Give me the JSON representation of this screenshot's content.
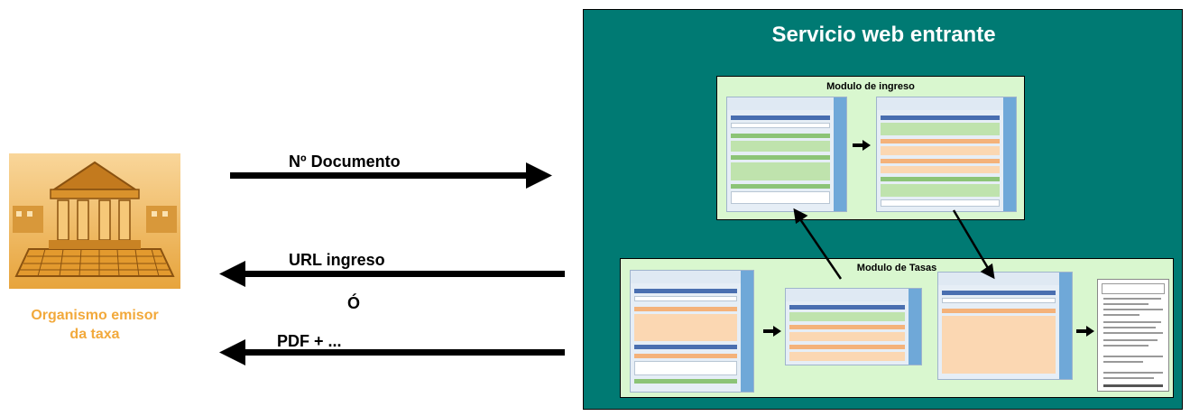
{
  "left_entity": {
    "label_line1": "Organismo emisor",
    "label_line2": "da taxa",
    "icon": "government-building-computer-icon",
    "label_color": "#f2a93b"
  },
  "flows": [
    {
      "label": "Nº Documento",
      "direction": "right"
    },
    {
      "label": "URL ingreso",
      "direction": "left"
    },
    {
      "label": "Ó"
    },
    {
      "label": "PDF + ...",
      "direction": "left"
    }
  ],
  "service": {
    "title": "Servicio web entrante",
    "background": "#007a73",
    "modules": [
      {
        "title": "Modulo de ingreso",
        "background": "#d9f7cf"
      },
      {
        "title": "Modulo de Tasas",
        "background": "#d9f7cf"
      }
    ]
  }
}
